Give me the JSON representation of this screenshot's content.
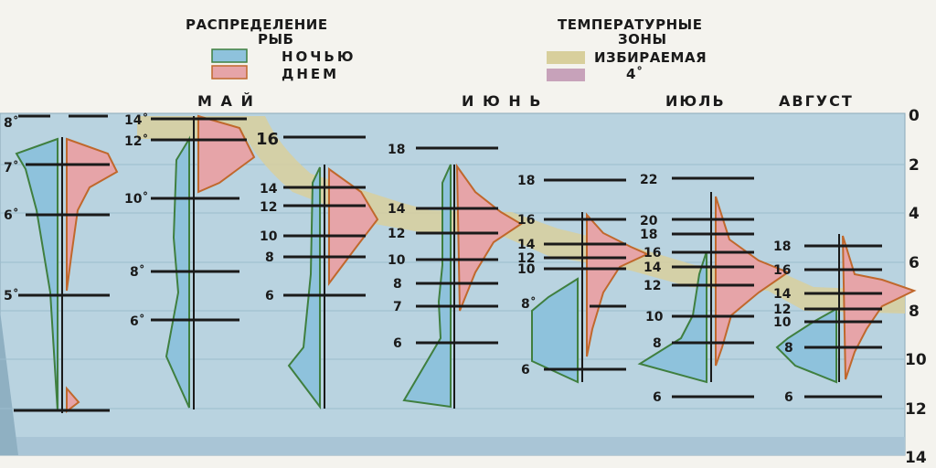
{
  "legend": {
    "fish_title_1": "РАСПРЕДЕЛЕНИЕ",
    "fish_title_2": "РЫБ",
    "night": "НОЧЬЮ",
    "day": "ДНЕМ",
    "temp_title_1": "ТЕМПЕРАТУРНЫЕ",
    "temp_title_2": "ЗОНЫ",
    "preferred": "ИЗБИРАЕМАЯ",
    "four": "4˚"
  },
  "months": [
    {
      "label": "М  А  Й"
    },
    {
      "label": "И  Ю  Н  Ь"
    },
    {
      "label": "ИЮЛЬ"
    },
    {
      "label": "АВГУСТ"
    }
  ],
  "depth_axis": [
    "0",
    "2",
    "4",
    "6",
    "8",
    "10",
    "12",
    "14"
  ],
  "colors": {
    "water": "#b9d3e0",
    "night": "#8ec2dc",
    "day": "#e6a4a8",
    "preferred": "#d8cf9c",
    "outline_night": "#3f7f3f",
    "outline_day": "#c0682c",
    "line": "#1a1a1a"
  },
  "temperature_labels": [
    {
      "id": "t1-8",
      "text": "8˚"
    },
    {
      "id": "t1-7",
      "text": "7˚"
    },
    {
      "id": "t1-6",
      "text": "6˚"
    },
    {
      "id": "t1-5",
      "text": "5˚"
    },
    {
      "id": "t2-14",
      "text": "14˚"
    },
    {
      "id": "t2-12",
      "text": "12˚"
    },
    {
      "id": "t2-10",
      "text": "10˚"
    },
    {
      "id": "t2-8",
      "text": "8˚"
    },
    {
      "id": "t2-6",
      "text": "6˚"
    },
    {
      "id": "t3-16",
      "text": "16"
    },
    {
      "id": "t3-14",
      "text": "14"
    },
    {
      "id": "t3-12",
      "text": "12"
    },
    {
      "id": "t3-10",
      "text": "10"
    },
    {
      "id": "t3-8",
      "text": "8"
    },
    {
      "id": "t3-6",
      "text": "6"
    },
    {
      "id": "t4-18",
      "text": "18"
    },
    {
      "id": "t4-14",
      "text": "14"
    },
    {
      "id": "t4-12",
      "text": "12"
    },
    {
      "id": "t4-10",
      "text": "10"
    },
    {
      "id": "t4-8",
      "text": "8"
    },
    {
      "id": "t4-7",
      "text": "7"
    },
    {
      "id": "t4-6",
      "text": "6"
    },
    {
      "id": "t5-18",
      "text": "18"
    },
    {
      "id": "t5-16",
      "text": "16"
    },
    {
      "id": "t5-14",
      "text": "14"
    },
    {
      "id": "t5-12",
      "text": "12"
    },
    {
      "id": "t5-10",
      "text": "10"
    },
    {
      "id": "t5-8",
      "text": "8˚"
    },
    {
      "id": "t5-6",
      "text": "6"
    },
    {
      "id": "t6-22",
      "text": "22"
    },
    {
      "id": "t6-20",
      "text": "20"
    },
    {
      "id": "t6-18",
      "text": "18"
    },
    {
      "id": "t6-16",
      "text": "16"
    },
    {
      "id": "t6-14",
      "text": "14"
    },
    {
      "id": "t6-12",
      "text": "12"
    },
    {
      "id": "t6-10",
      "text": "10"
    },
    {
      "id": "t6-8",
      "text": "8"
    },
    {
      "id": "t6-6",
      "text": "6"
    },
    {
      "id": "t7-18",
      "text": "18"
    },
    {
      "id": "t7-16",
      "text": "16"
    },
    {
      "id": "t7-14",
      "text": "14"
    },
    {
      "id": "t7-12",
      "text": "12"
    },
    {
      "id": "t7-10",
      "text": "10"
    },
    {
      "id": "t7-8",
      "text": "8"
    },
    {
      "id": "t7-6",
      "text": "6"
    }
  ]
}
